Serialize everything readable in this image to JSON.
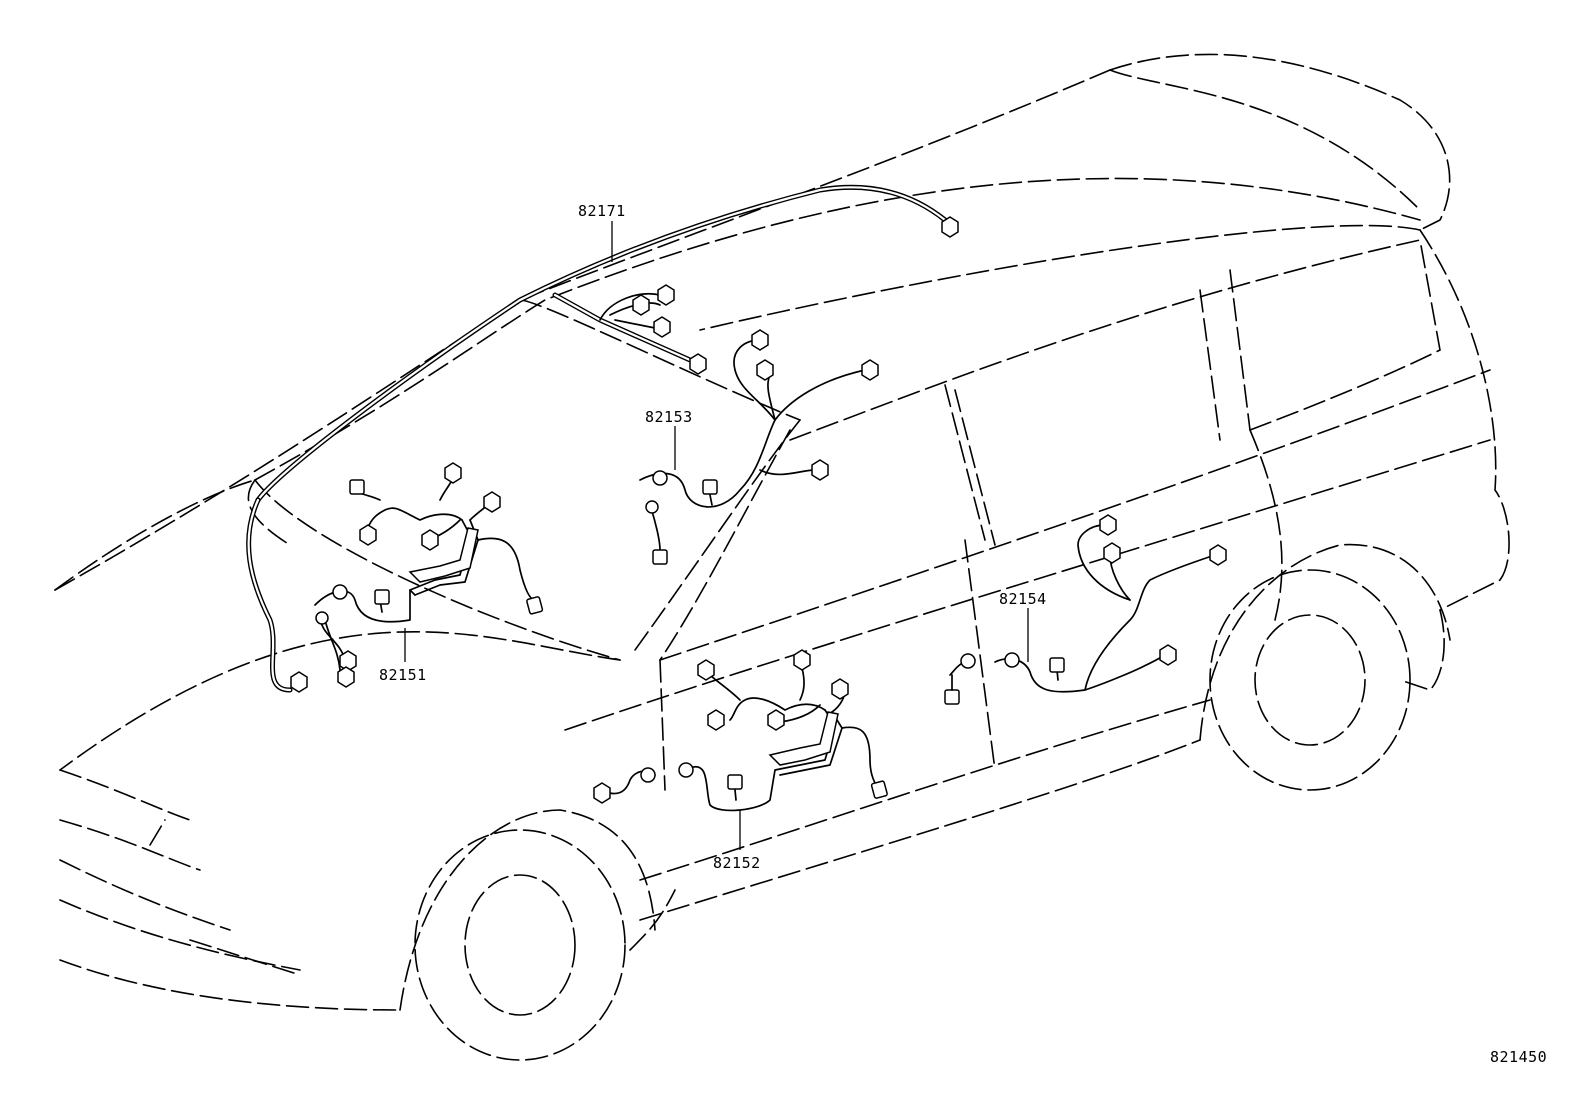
{
  "diagram": {
    "parts": [
      {
        "id": "p82171",
        "number": "82171"
      },
      {
        "id": "p82153",
        "number": "82153"
      },
      {
        "id": "p82151",
        "number": "82151"
      },
      {
        "id": "p82152",
        "number": "82152"
      },
      {
        "id": "p82154",
        "number": "82154"
      }
    ],
    "figure_ref": "821450"
  }
}
